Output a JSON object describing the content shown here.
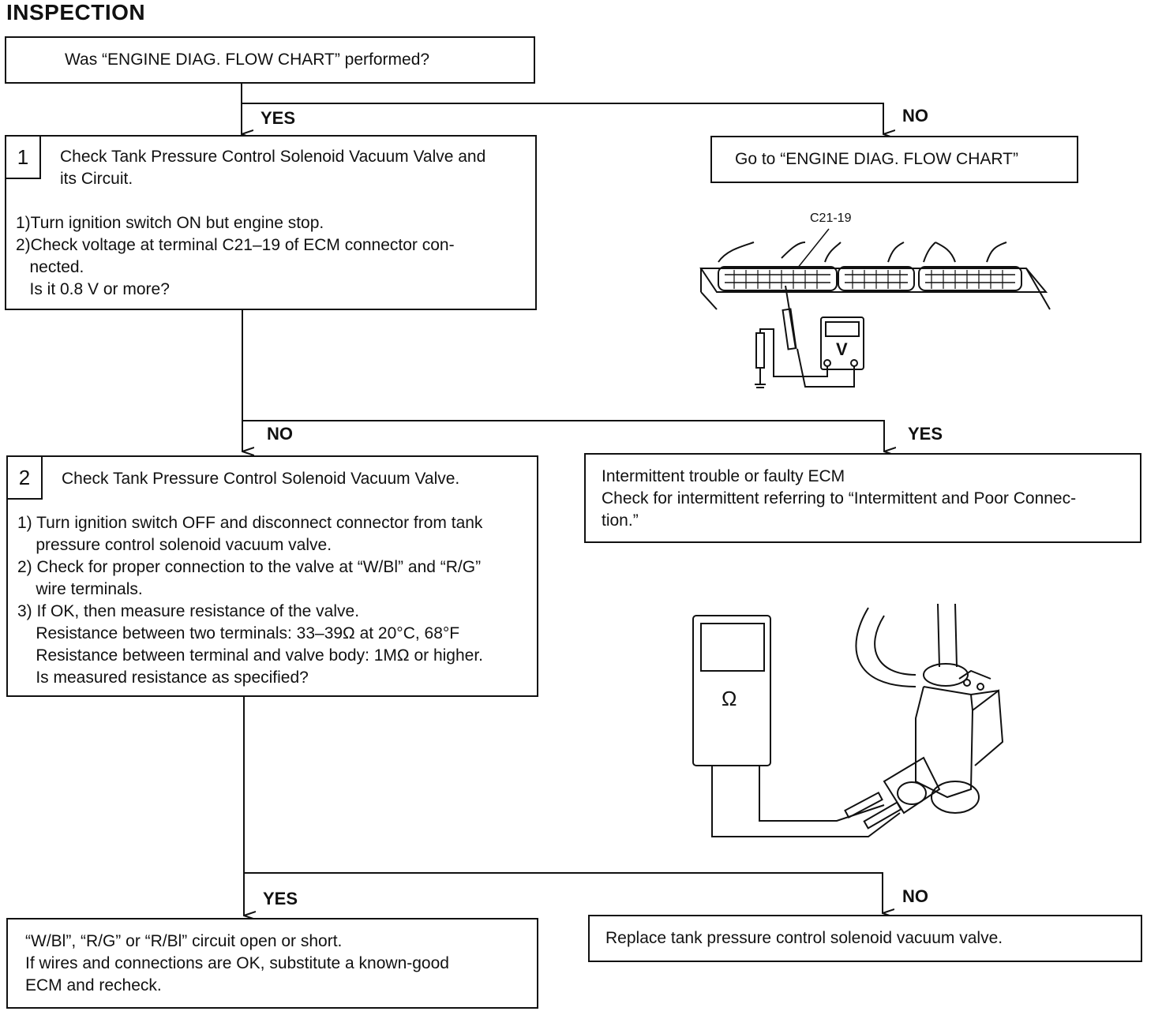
{
  "title": "INSPECTION",
  "start": {
    "question": "Was “ENGINE DIAG. FLOW CHART” performed?"
  },
  "branch_labels": {
    "start_yes": "YES",
    "start_no": "NO",
    "step1_no": "NO",
    "step1_yes": "YES",
    "step2_yes": "YES",
    "step2_no": "NO"
  },
  "go_to_box": {
    "text": "Go to “ENGINE DIAG. FLOW CHART”"
  },
  "step1": {
    "number": "1",
    "heading_line1": "Check Tank Pressure Control Solenoid Vacuum Valve and",
    "heading_line2": "its Circuit.",
    "lines": [
      "1)Turn ignition switch ON but engine stop.",
      "2)Check voltage at terminal C21–19 of ECM connector con-",
      "   nected.",
      "   Is it 0.8 V or more?"
    ]
  },
  "ecm_illustration": {
    "terminal_label": "C21-19",
    "meter_symbol": "V"
  },
  "intermittent_box": {
    "lines": [
      "Intermittent trouble or faulty ECM",
      "Check for intermittent referring to “Intermittent and Poor Connec-",
      "tion.”"
    ]
  },
  "step2": {
    "number": "2",
    "heading": "Check Tank Pressure Control Solenoid Vacuum Valve.",
    "lines": [
      "1) Turn ignition switch OFF and disconnect connector from tank",
      "    pressure control solenoid vacuum valve.",
      "2) Check for proper connection to the valve at “W/Bl” and “R/G”",
      "    wire terminals.",
      "3) If OK, then measure resistance of the valve.",
      "    Resistance between two terminals: 33–39Ω at 20°C, 68°F",
      "    Resistance between terminal and valve body: 1MΩ or higher.",
      "    Is measured resistance as specified?"
    ]
  },
  "valve_illustration": {
    "meter_symbol": "Ω"
  },
  "circuit_box": {
    "lines": [
      "“W/Bl”, “R/G” or “R/Bl” circuit open or short.",
      "If wires and connections are OK, substitute a known-good",
      "ECM and recheck."
    ]
  },
  "replace_box": {
    "text": "Replace tank pressure control solenoid vacuum valve."
  }
}
